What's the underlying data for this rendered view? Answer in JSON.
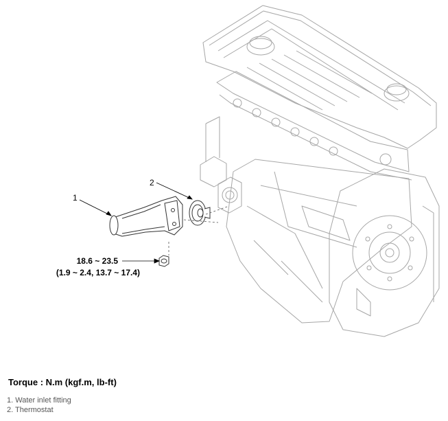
{
  "diagram": {
    "callouts": [
      {
        "number": "1"
      },
      {
        "number": "2"
      }
    ],
    "torque_spec": {
      "line1": "18.6 ~ 23.5",
      "line2": "(1.9 ~ 2.4, 13.7 ~ 17.4)"
    }
  },
  "torque_heading": "Torque : N.m (kgf.m, lb-ft)",
  "legend": [
    {
      "label": "1. Water inlet fitting"
    },
    {
      "label": "2. Thermostat"
    }
  ]
}
